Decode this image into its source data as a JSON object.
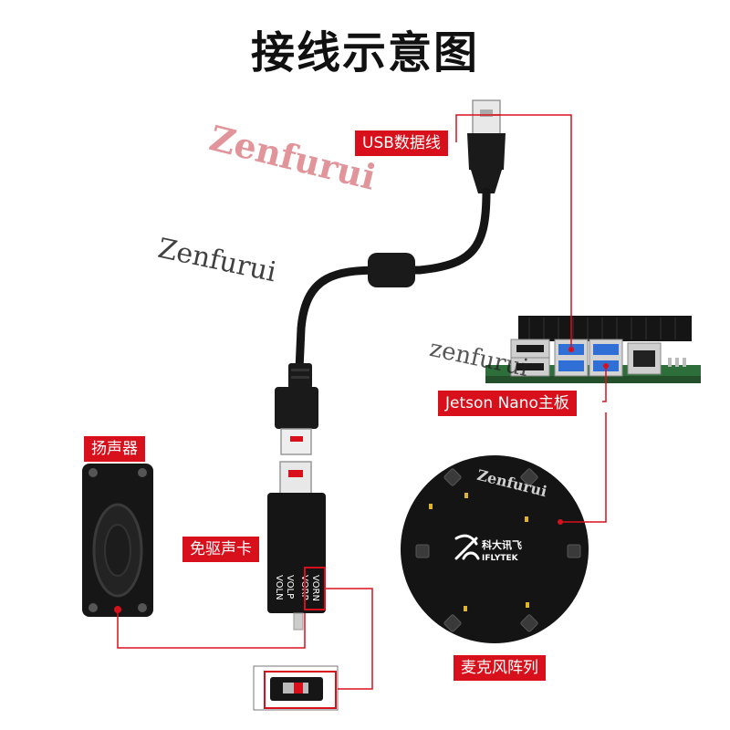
{
  "title": "接线示意图",
  "labels": {
    "usb_cable": "USB数据线",
    "jetson_board": "Jetson Nano主板",
    "speaker": "扬声器",
    "sound_card": "免驱声卡",
    "mic_array": "麦克风阵列"
  },
  "sound_card_pins": [
    "VORN",
    "VORP",
    "VOLP",
    "VOLN"
  ],
  "mic_brand": "科大讯飞",
  "mic_brand_en": "IFLYTEK",
  "watermarks": [
    "Zenfurui",
    "Zenfurui",
    "zenfurui",
    "Zenfurui"
  ],
  "colors": {
    "accent": "#d8101b",
    "device": "#111111",
    "usb_blue": "#2f6fd6"
  }
}
